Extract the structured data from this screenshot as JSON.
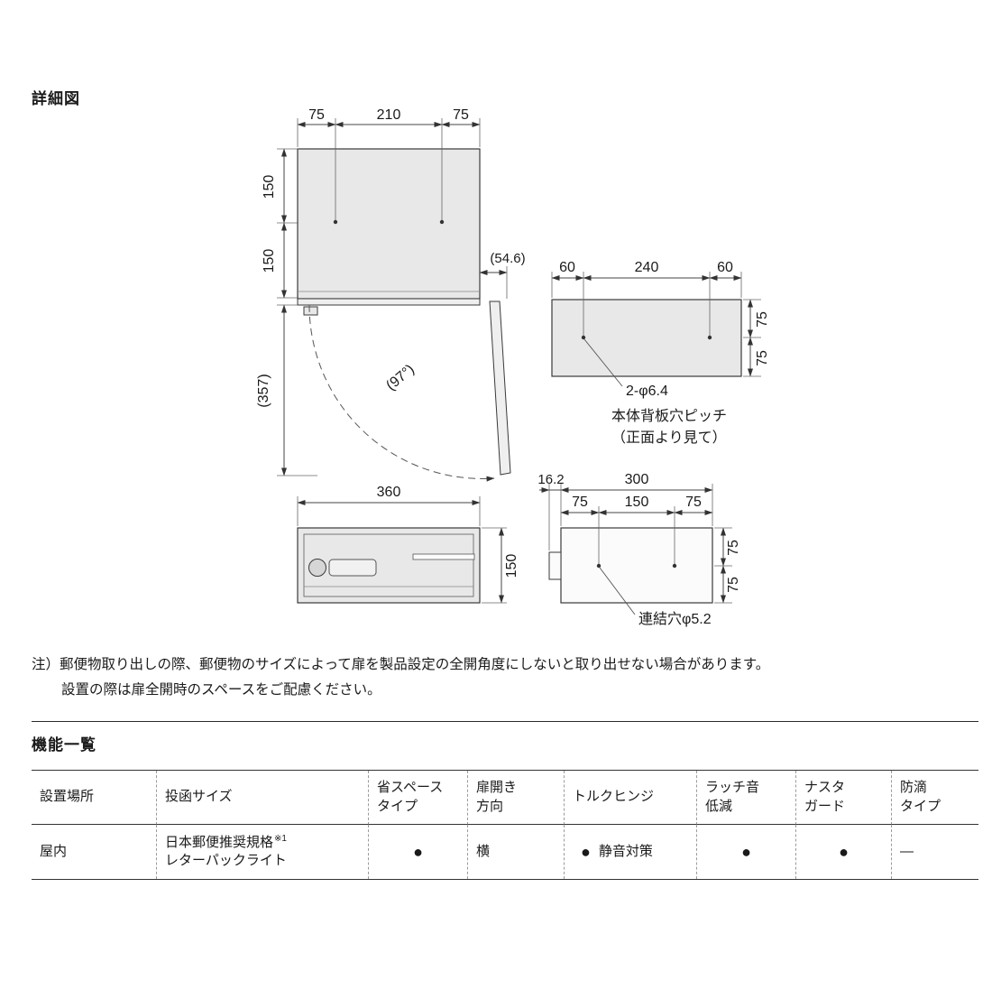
{
  "page": {
    "detail_title": "詳細図",
    "functions_title": "機能一覧",
    "note_line1": "注）郵便物取り出しの際、郵便物のサイズによって扉を製品設定の全開角度にしないと取り出せない場合があります。",
    "note_line2": "設置の際は扉全開時のスペースをご配慮ください。"
  },
  "drawing": {
    "top_view": {
      "dim_top": [
        "75",
        "210",
        "75"
      ],
      "dim_left": [
        "150",
        "150"
      ],
      "door_angle": "(97°)",
      "swing_depth": "(357)",
      "door_offset": "(54.6)"
    },
    "back_panel": {
      "dim_top": [
        "60",
        "240",
        "60"
      ],
      "dim_right": [
        "75",
        "75"
      ],
      "hole_label": "2-φ6.4",
      "caption_line1": "本体背板穴ピッチ",
      "caption_line2": "（正面より見て）"
    },
    "front_view": {
      "dim_width": "360",
      "dim_height": "150"
    },
    "side_view": {
      "dim_depth_offset": "16.2",
      "dim_depth": "300",
      "dim_mid": [
        "75",
        "150",
        "75"
      ],
      "dim_right": [
        "75",
        "75"
      ],
      "hole_label": "連結穴φ5.2"
    }
  },
  "table": {
    "headers": [
      "設置場所",
      "投函サイズ",
      "省スペース\nタイプ",
      "扉開き\n方向",
      "トルクヒンジ",
      "ラッチ音\n低減",
      "ナスタ\nガード",
      "防滴\nタイプ"
    ],
    "row": {
      "location": "屋内",
      "size_line1": "日本郵便推奨規格",
      "size_note": "※1",
      "size_line2": "レターパックライト",
      "space_saving": "●",
      "door_direction": "横",
      "torque_mark": "●",
      "torque_text": "静音対策",
      "latch": "●",
      "guard": "●",
      "dripproof": "―"
    }
  }
}
